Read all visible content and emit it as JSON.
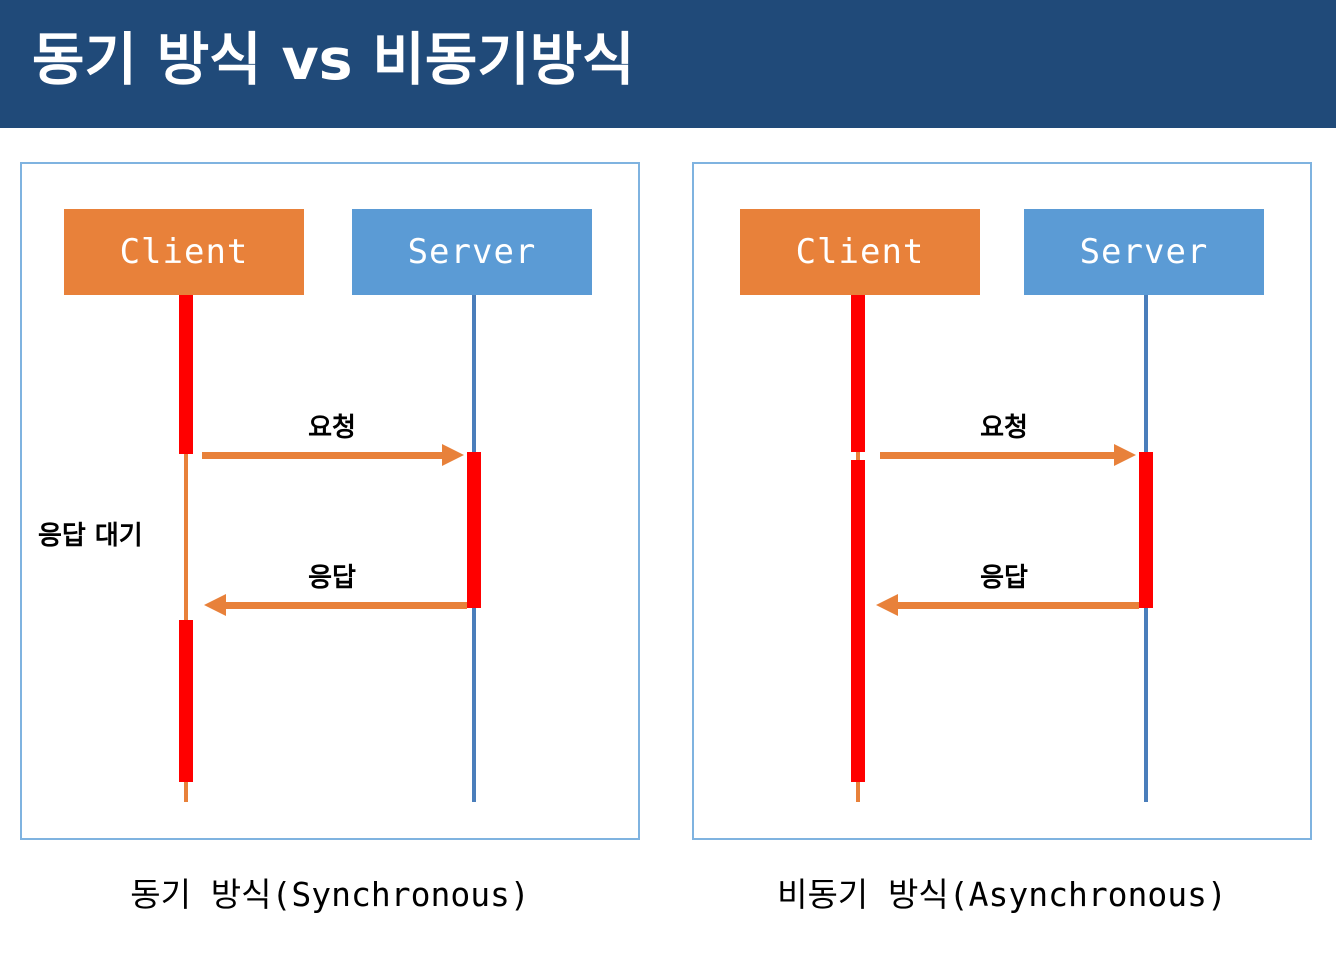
{
  "header": {
    "title": "동기 방식 vs 비동기방식",
    "background_color": "#204a79",
    "text_color": "#ffffff"
  },
  "colors": {
    "client": "#E8813A",
    "server": "#5B9BD5",
    "server_lifeline": "#4A7EBB",
    "activation": "#FF0000",
    "panel_border": "#7FB3E0",
    "arrow": "#E8813A",
    "label_text": "#000000"
  },
  "diagrams": [
    {
      "id": "sync",
      "caption": "동기 방식(Synchronous)",
      "participants": {
        "client": "Client",
        "server": "Server"
      },
      "messages": [
        {
          "label": "요청",
          "direction": "right"
        },
        {
          "label": "응답",
          "direction": "left"
        }
      ],
      "notes": [
        {
          "label": "응답 대기"
        }
      ]
    },
    {
      "id": "async",
      "caption": "비동기 방식(Asynchronous)",
      "participants": {
        "client": "Client",
        "server": "Server"
      },
      "messages": [
        {
          "label": "요청",
          "direction": "right"
        },
        {
          "label": "응답",
          "direction": "left"
        }
      ],
      "notes": []
    }
  ]
}
